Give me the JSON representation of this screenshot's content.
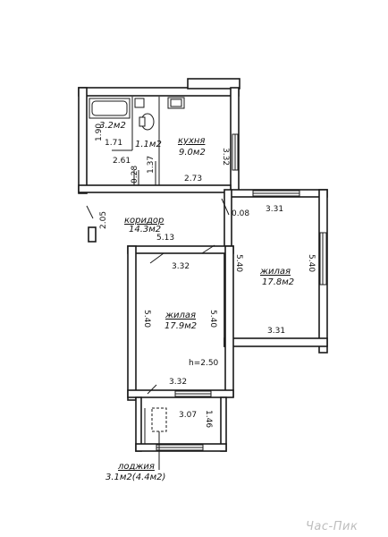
{
  "rooms": {
    "bath": {
      "area": "3.2м2"
    },
    "wc": {
      "area": "1.1м2"
    },
    "kitchen": {
      "name": "кухня",
      "area": "9.0м2"
    },
    "corridor": {
      "name": "коридор",
      "area": "14.3м2"
    },
    "living_right": {
      "name": "жилая",
      "area": "17.8м2"
    },
    "living_center": {
      "name": "жилая",
      "area": "17.9м2"
    },
    "loggia": {
      "name": "лоджия",
      "area": "3.1м2(4.4м2)"
    }
  },
  "dimensions": {
    "bath_height": "1.90",
    "bath_width": "1.71",
    "wc_depth": "2.61",
    "kitchen_height": "3.32",
    "wc_wall_1": "1.37",
    "wc_wall_2": "0.28",
    "kitchen_width": "2.73",
    "entry_width": "2.05",
    "step_right": "0.08",
    "living_right_top": "3.31",
    "corridor_length": "5.13",
    "living_right_left": "5.40",
    "living_right_right": "5.40",
    "living_center_top": "3.32",
    "living_center_left": "5.40",
    "living_center_right": "5.40",
    "living_right_bottom": "3.31",
    "ceiling_height": "h=2.50",
    "living_center_bottom": "3.32",
    "loggia_width": "3.07",
    "loggia_depth": "1.46"
  },
  "watermark": "Час-Пик"
}
